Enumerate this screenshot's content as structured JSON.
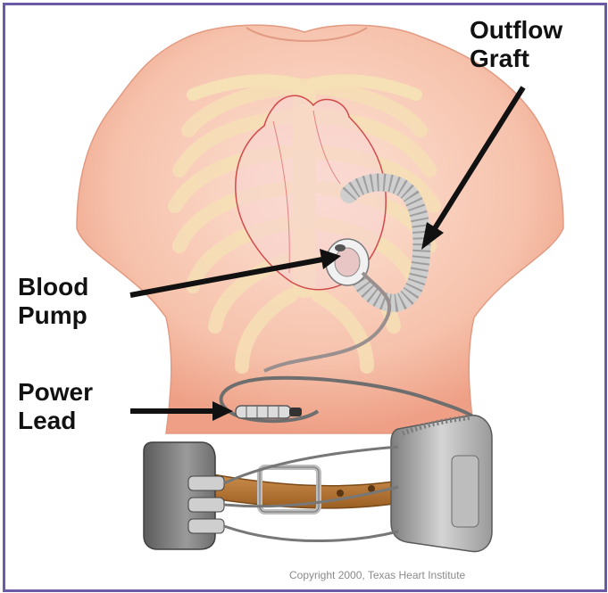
{
  "labels": {
    "outflow_graft": [
      "Outflow",
      "Graft"
    ],
    "blood_pump": [
      "Blood",
      "Pump"
    ],
    "power_lead": [
      "Power",
      "Lead"
    ]
  },
  "copyright": "Copyright 2000, Texas Heart Institute",
  "colors": {
    "border": "#6b5aa6",
    "skin": "#f2b39a",
    "ribs": "#f7e2bd",
    "heart_outline": "#d24b4b",
    "belt": "#b87a32",
    "device_gray": "#8c8c8c",
    "arrow": "#111111"
  }
}
